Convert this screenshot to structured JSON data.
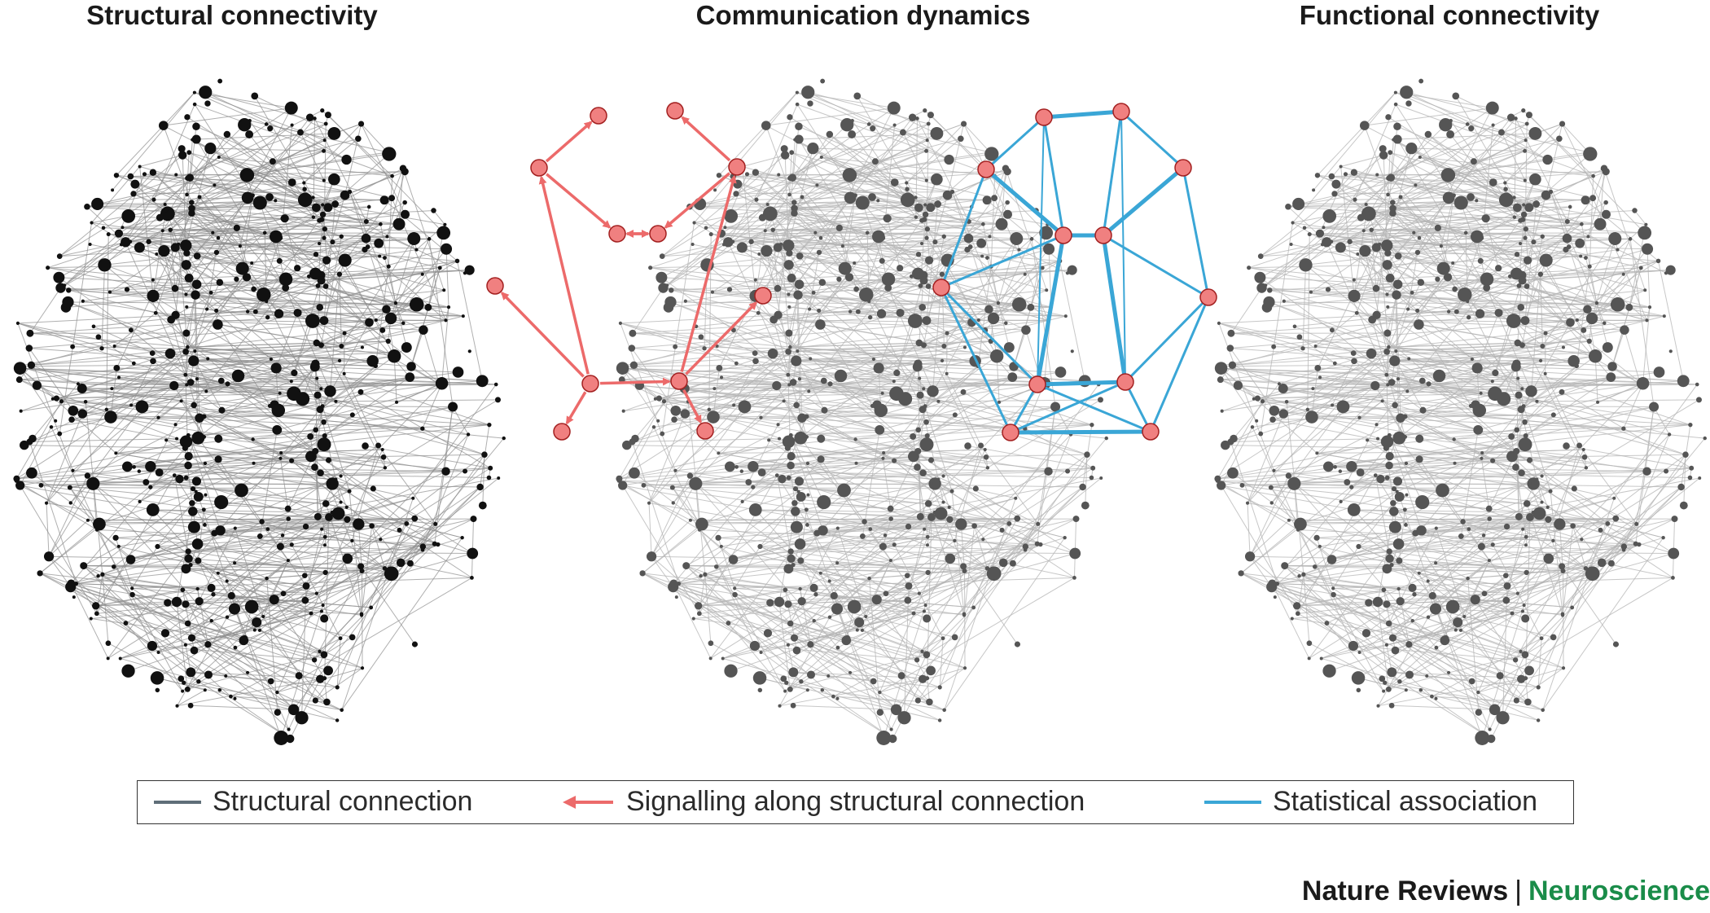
{
  "titles": {
    "structural": "Structural connectivity",
    "communication": "Communication dynamics",
    "functional": "Functional connectivity"
  },
  "legend": {
    "structural": {
      "label": "Structural connection",
      "color": "#5f6e78"
    },
    "signalling": {
      "label": "Signalling along structural connection",
      "color": "#ec6a6a"
    },
    "statistical": {
      "label": "Statistical association",
      "color": "#3aa6d6"
    }
  },
  "brand": {
    "journal": "Nature Reviews",
    "separator": "|",
    "section": "Neuroscience",
    "journal_color": "#1a1a1a",
    "section_color": "#1a8c49"
  },
  "colors": {
    "node_structural": "#111111",
    "node_other": "#555555",
    "edge_structural": "#8e8e8e",
    "edge_other": "#b4b4b4",
    "region_fill": "#f08080",
    "region_stroke": "#a32020",
    "arrow": "#ec6a6a",
    "association": "#3aa6d6"
  },
  "icons": {
    "structural": "gray-line-swatch",
    "signalling": "red-arrow-swatch",
    "statistical": "blue-line-swatch"
  }
}
